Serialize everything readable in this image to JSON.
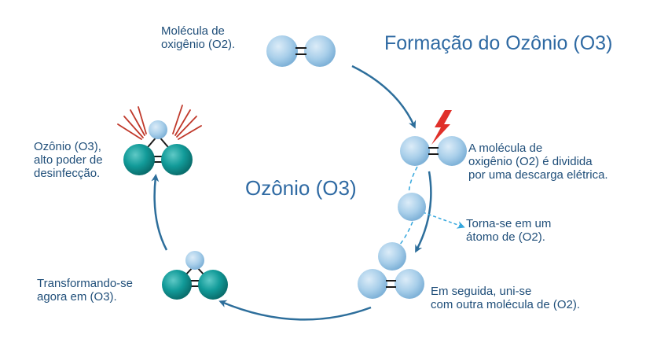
{
  "title": "Formação do Ozônio (O3)",
  "center_label": "Ozônio (O3)",
  "steps": {
    "oxygen_molecule": "Molécula de\noxigênio (O2).",
    "split_molecule": "A molécula de\noxigênio (O2) é dividida\npor uma  descarga elétrica.",
    "single_atom": "Torna-se em um\nátomo de (O2).",
    "rejoin": "Em seguida, uni-se\ncom outra molécula de (O2).",
    "transforming": "Transformando-se\nagora em (O3).",
    "ozone": "Ozônio (O3),\nalto poder de\ndesinfecção."
  },
  "colors": {
    "oxygen": "#a9cfea",
    "ozone": "#0e9594",
    "arrow": "#2d6e9b",
    "lightning": "#e0302a",
    "glow": "#c0392b",
    "text": "#1f4e79"
  }
}
